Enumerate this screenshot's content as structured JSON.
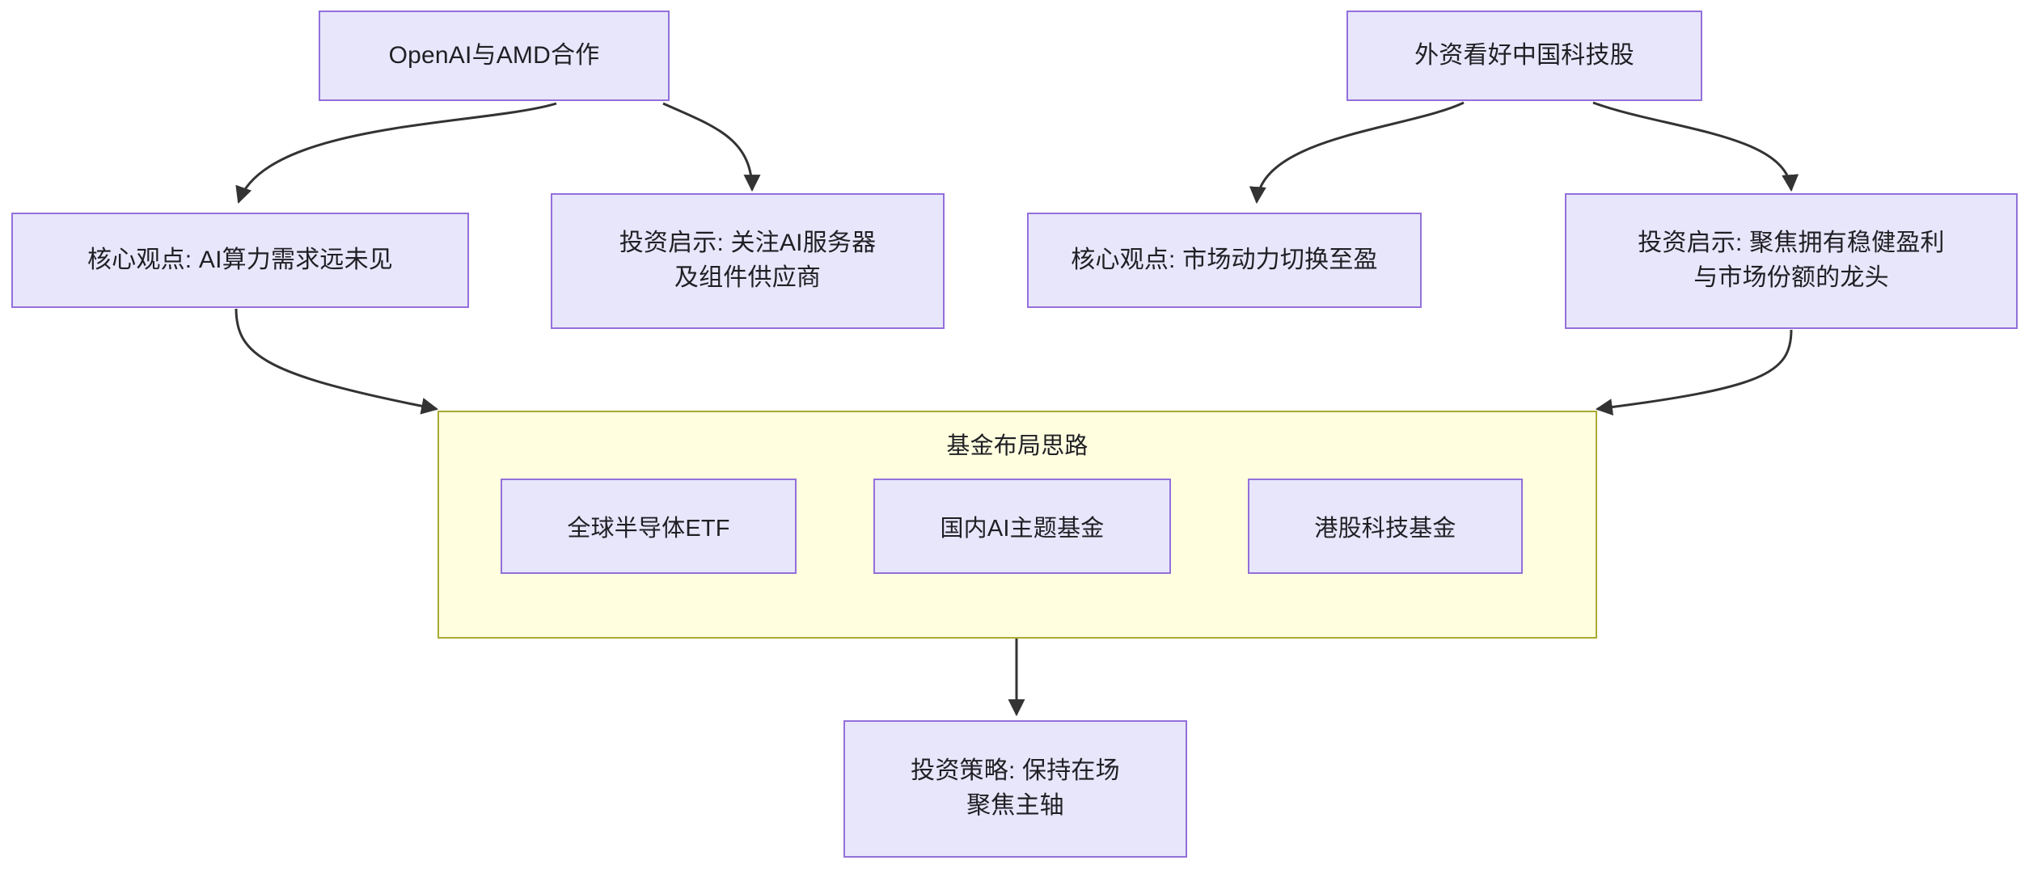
{
  "diagram": {
    "type": "flowchart",
    "direction": "top-down",
    "background": "#ffffff",
    "node_fill": "#E8E6FB",
    "node_border": "#9370DB",
    "cluster_fill": "#FFFFE0",
    "cluster_border": "#AAAA33",
    "edge_color": "#333333",
    "text_color": "#1f1f24"
  },
  "nodes": {
    "openai_amd": {
      "label": "OpenAI与AMD合作"
    },
    "foreign_capital": {
      "label": "外资看好中国科技股"
    },
    "core_view_ai": {
      "label": "核心观点: AI算力需求远未见"
    },
    "insight_ai": {
      "label": "投资启示: 关注AI服务器\n及组件供应商"
    },
    "core_view_market": {
      "label": "核心观点: 市场动力切换至盈"
    },
    "insight_china": {
      "label": "投资启示: 聚焦拥有稳健盈利\n与市场份额的龙头"
    },
    "strategy": {
      "label": "投资策略: 保持在场\n聚焦主轴"
    }
  },
  "cluster": {
    "title": "基金布局思路",
    "funds": [
      {
        "label": "全球半导体ETF"
      },
      {
        "label": "国内AI主题基金"
      },
      {
        "label": "港股科技基金"
      }
    ]
  },
  "edges": [
    {
      "from": "openai_amd",
      "to": "core_view_ai"
    },
    {
      "from": "openai_amd",
      "to": "insight_ai"
    },
    {
      "from": "foreign_capital",
      "to": "core_view_market"
    },
    {
      "from": "foreign_capital",
      "to": "insight_china"
    },
    {
      "from": "core_view_ai",
      "to": "cluster"
    },
    {
      "from": "insight_china",
      "to": "cluster"
    },
    {
      "from": "cluster",
      "to": "strategy"
    }
  ]
}
